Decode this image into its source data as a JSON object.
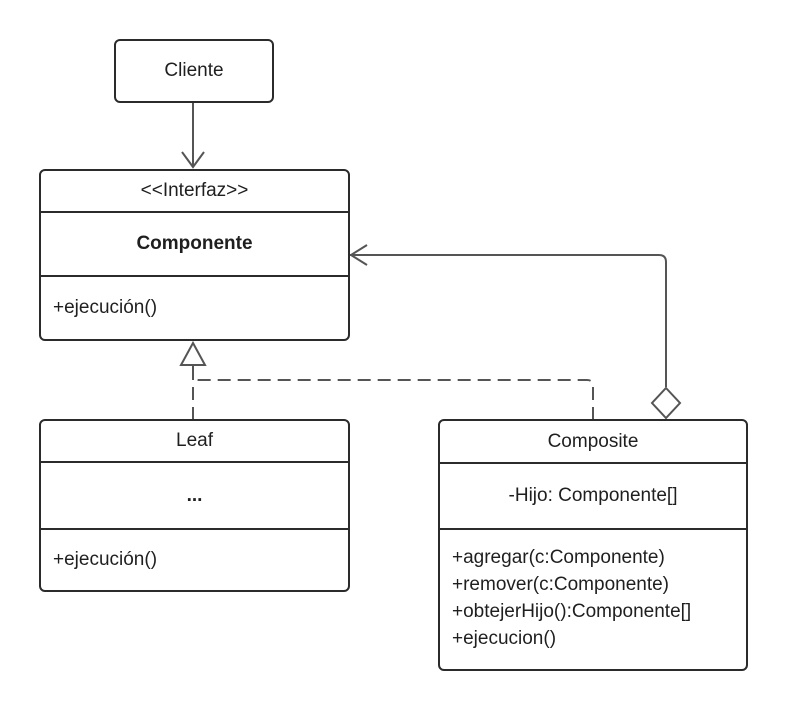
{
  "colors": {
    "stroke": "#2b2b2b",
    "connector": "#555555",
    "background": "#ffffff",
    "text": "#1f1f1f"
  },
  "cliente": {
    "name": "Cliente"
  },
  "componente": {
    "stereotype": "<<Interfaz>>",
    "name": "Componente",
    "operations": [
      "+ejecución()"
    ]
  },
  "leaf": {
    "name": "Leaf",
    "attributes": "...",
    "operations": [
      "+ejecución()"
    ]
  },
  "composite": {
    "name": "Composite",
    "attributes": "-Hijo: Componente[]",
    "operations": [
      "+agregar(c:Componente)",
      "+remover(c:Componente)",
      "+obtejerHijo():Componente[]",
      "+ejecucion()"
    ]
  },
  "relations": [
    {
      "from": "Cliente",
      "to": "Componente",
      "type": "association"
    },
    {
      "from": "Leaf",
      "to": "Componente",
      "type": "realization"
    },
    {
      "from": "Composite",
      "to": "Componente",
      "type": "realization"
    },
    {
      "from": "Composite",
      "to": "Componente",
      "type": "aggregation"
    }
  ]
}
